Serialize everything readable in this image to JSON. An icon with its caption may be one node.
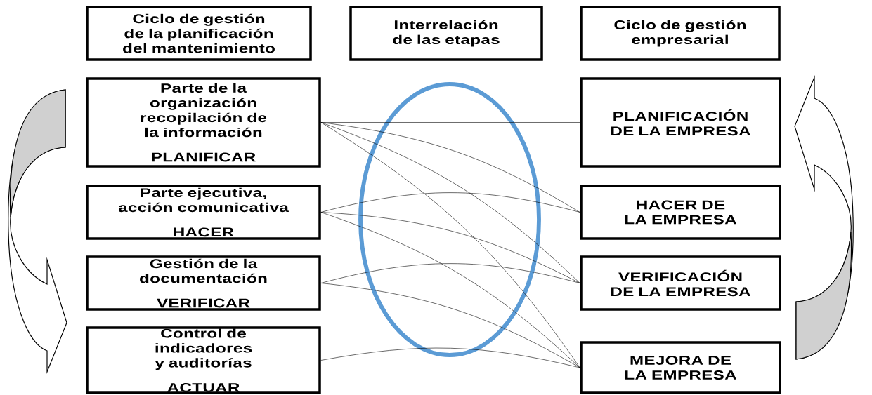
{
  "diagram": {
    "nodes": [
      {
        "text": [
          "Ciclo de gestión de la planificación del mantenimiento"
        ]
      },
      {
        "text": [
          "Interrelación de las etapas"
        ]
      },
      {
        "text": [
          "Ciclo de gestión empresarial"
        ]
      },
      {
        "text": [
          "Parte de la organización recopilación de la información",
          "PLANIFICAR"
        ]
      },
      {
        "text": [
          "Parte ejecutiva, acción comunicativa",
          "HACER"
        ]
      },
      {
        "text": [
          "Gestión de la documentación",
          "VERIFICAR"
        ]
      },
      {
        "text": [
          "Control de indicadores y auditorías",
          "ACTUAR"
        ]
      },
      {
        "text": [
          "PLANIFICACIÓN DE LA EMPRESA"
        ]
      },
      {
        "text": [
          "HACER DE LA EMPRESA"
        ]
      },
      {
        "text": [
          "VERIFICACIÓN DE LA EMPRESA"
        ]
      },
      {
        "text": [
          "MEJORA DE LA EMPRESA"
        ]
      }
    ],
    "edges": [
      {
        "from": 3,
        "to": 7,
        "arrow": "none"
      },
      {
        "from": 3,
        "to": 8,
        "arrow": "none"
      },
      {
        "from": 3,
        "to": 9,
        "arrow": "none"
      },
      {
        "from": 3,
        "to": 10,
        "arrow": "none"
      },
      {
        "from": 4,
        "to": 8,
        "arrow": "none"
      },
      {
        "from": 4,
        "to": 9,
        "arrow": "none"
      },
      {
        "from": 4,
        "to": 10,
        "arrow": "none"
      },
      {
        "from": 5,
        "to": 9,
        "arrow": "none"
      },
      {
        "from": 5,
        "to": 10,
        "arrow": "none"
      },
      {
        "from": 6,
        "to": 10,
        "arrow": "none"
      }
    ]
  }
}
